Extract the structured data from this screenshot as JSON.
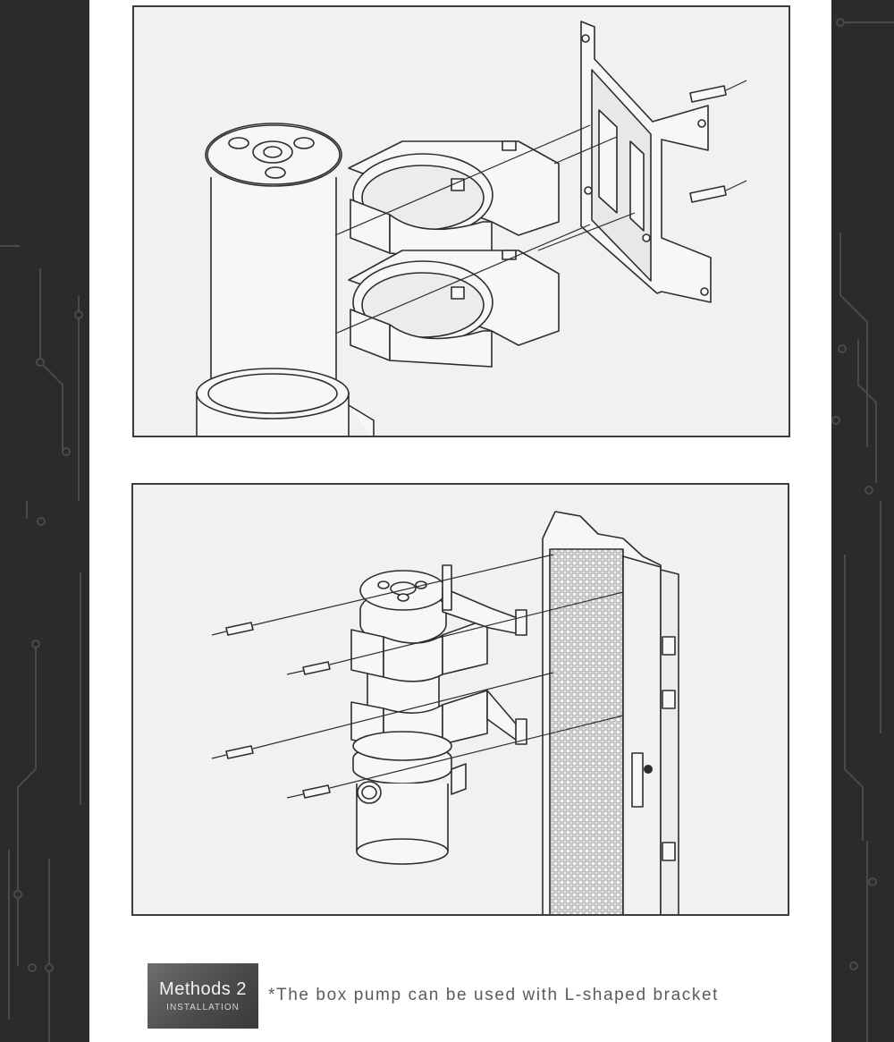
{
  "colors": {
    "background": "#2b2b2d",
    "sheet": "#ffffff",
    "panel": "#f1f1f1",
    "panel_border": "#3d3d3d",
    "badge": "#555555",
    "note_text": "#5b5b5b",
    "circuit_trace": "#4a4a4c"
  },
  "figures": [
    {
      "icon": "reservoir-bracket-exploded-illustration"
    },
    {
      "icon": "pump-radiator-l-bracket-illustration"
    }
  ],
  "footer": {
    "badge_title": "Methods 2",
    "badge_subtitle": "INSTALLATION",
    "note": "*The box pump can be used with L-shaped bracket"
  }
}
